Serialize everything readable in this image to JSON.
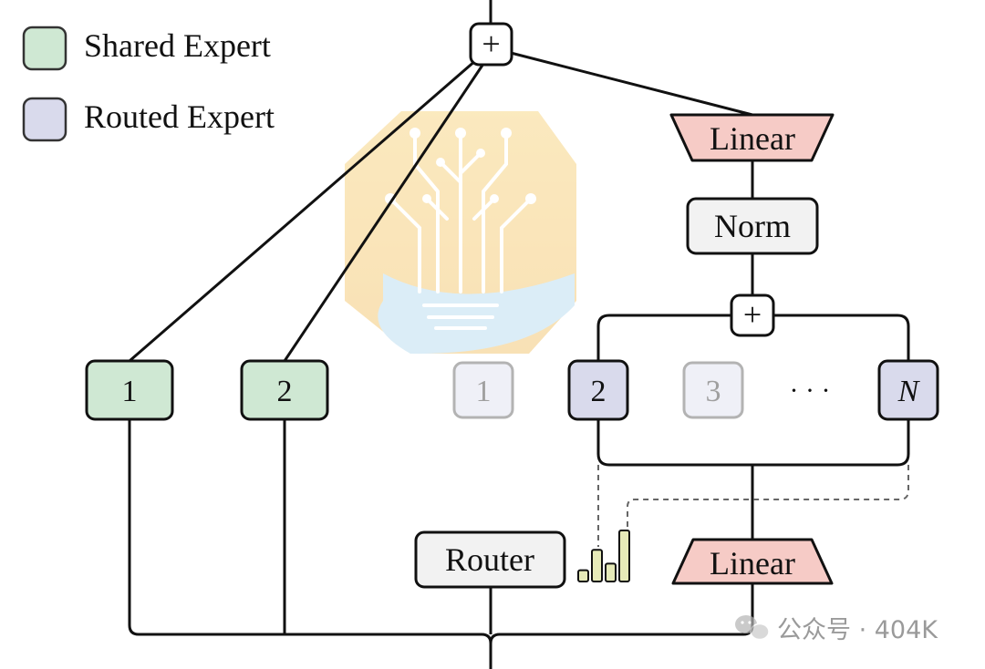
{
  "legend": {
    "shared_label": "Shared Expert",
    "routed_label": "Routed Expert",
    "shared_color": "#cfe8d3",
    "routed_color": "#d9daec"
  },
  "blocks": {
    "top_sum": "+",
    "inner_sum": "+",
    "linear_top": "Linear",
    "norm": "Norm",
    "linear_bottom": "Linear",
    "router": "Router"
  },
  "shared_experts": [
    "1",
    "2"
  ],
  "routed_experts": [
    {
      "label": "1",
      "active": false
    },
    {
      "label": "2",
      "active": true
    },
    {
      "label": "3",
      "active": false
    },
    {
      "label": "N",
      "active": true
    }
  ],
  "ellipsis": "· · ·",
  "router_scores": [
    0.22,
    0.62,
    0.35,
    1.0
  ],
  "colors": {
    "linear_fill": "#f6cbc6",
    "norm_fill": "#f2f2f2",
    "router_fill": "#f2f2f2",
    "score_bar_fill": "#e6eab8"
  },
  "watermark": {
    "text": "公众号 · 404K",
    "icon": "wechat-icon",
    "center_logo": "lightbulb-circuit-logo"
  }
}
